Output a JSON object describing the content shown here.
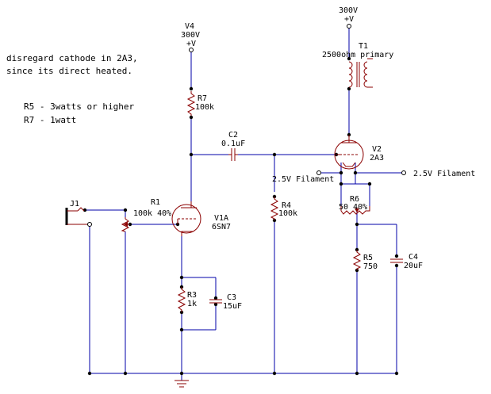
{
  "notes": {
    "cathode_line1": "disregard cathode in 2A3,",
    "cathode_line2": "since its direct heated.",
    "r5_rating": "R5 - 3watts or higher",
    "r7_rating": "R7 - 1watt"
  },
  "supplies": {
    "v4": {
      "name": "V4",
      "value": "300V",
      "symbol": "+V"
    },
    "top": {
      "value": "300V",
      "symbol": "+V"
    }
  },
  "components": {
    "t1": {
      "ref": "T1",
      "value": "2500ohm primary"
    },
    "r7": {
      "ref": "R7",
      "value": "100k"
    },
    "c2": {
      "ref": "C2",
      "value": "0.1uF"
    },
    "v2": {
      "ref": "V2",
      "value": "2A3"
    },
    "j1": {
      "ref": "J1"
    },
    "r1": {
      "ref": "R1",
      "value": "100k 40%"
    },
    "v1a": {
      "ref": "V1A",
      "value": "6SN7"
    },
    "r4": {
      "ref": "R4",
      "value": "100k"
    },
    "r6": {
      "ref": "R6",
      "value": "50 40%"
    },
    "r3": {
      "ref": "R3",
      "value": "1k"
    },
    "c3": {
      "ref": "C3",
      "value": "15uF"
    },
    "r5": {
      "ref": "R5",
      "value": "750"
    },
    "c4": {
      "ref": "C4",
      "value": "20uF"
    }
  },
  "filaments": {
    "left": "2.5V Filament",
    "right": "2.5V Filament"
  },
  "colors": {
    "wire": "#0000aa",
    "component": "#8b0000",
    "text": "#000000"
  }
}
